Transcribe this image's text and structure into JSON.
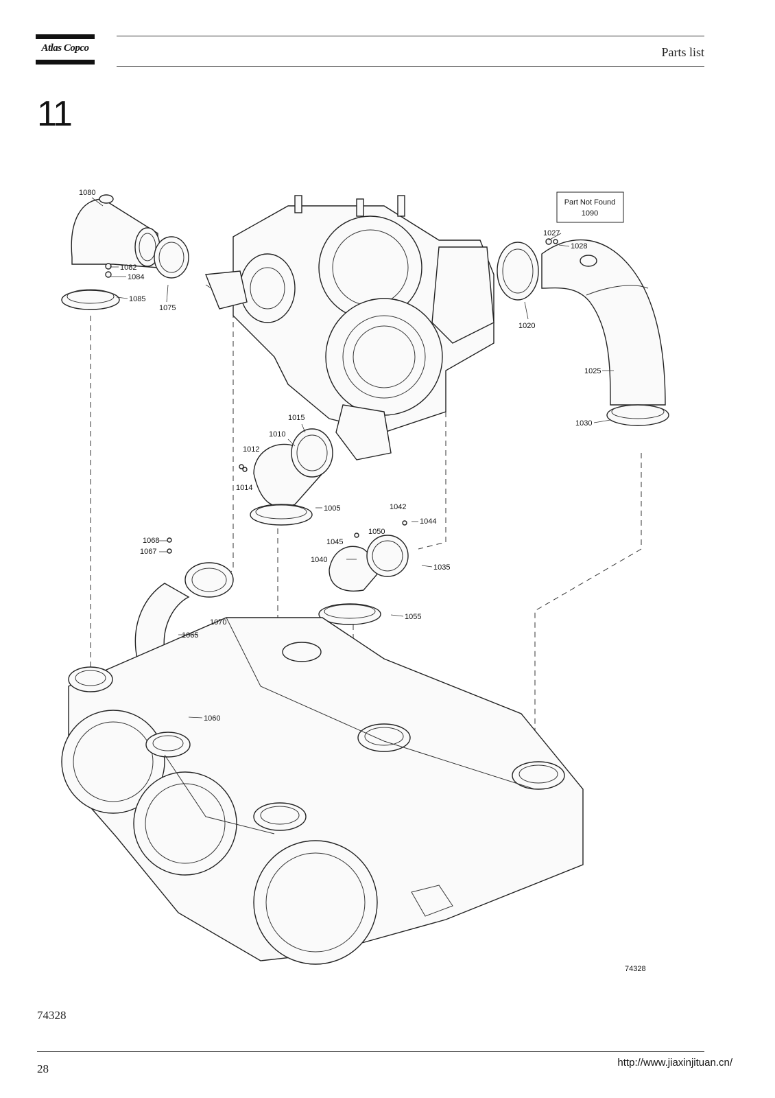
{
  "header": {
    "brand": "Atlas Copco",
    "title": "Parts list"
  },
  "section_number": "11",
  "diagram": {
    "not_found_box": {
      "line1": "Part Not Found",
      "line2": "1090"
    },
    "callouts": {
      "c1005": "1005",
      "c1010": "1010",
      "c1012": "1012",
      "c1014": "1014",
      "c1015": "1015",
      "c1020": "1020",
      "c1025": "1025",
      "c1027": "1027",
      "c1028": "1028",
      "c1030": "1030",
      "c1035": "1035",
      "c1040": "1040",
      "c1042": "1042",
      "c1044": "1044",
      "c1045": "1045",
      "c1050": "1050",
      "c1055": "1055",
      "c1060": "1060",
      "c1065": "1065",
      "c1067": "1067",
      "c1068": "1068",
      "c1070": "1070",
      "c1075": "1075",
      "c1080": "1080",
      "c1082": "1082",
      "c1084": "1084",
      "c1085": "1085"
    },
    "figure_id": "74328"
  },
  "footer": {
    "doc_id": "74328",
    "page_number": "28",
    "url": "http://www.jiaxinjituan.cn/"
  }
}
